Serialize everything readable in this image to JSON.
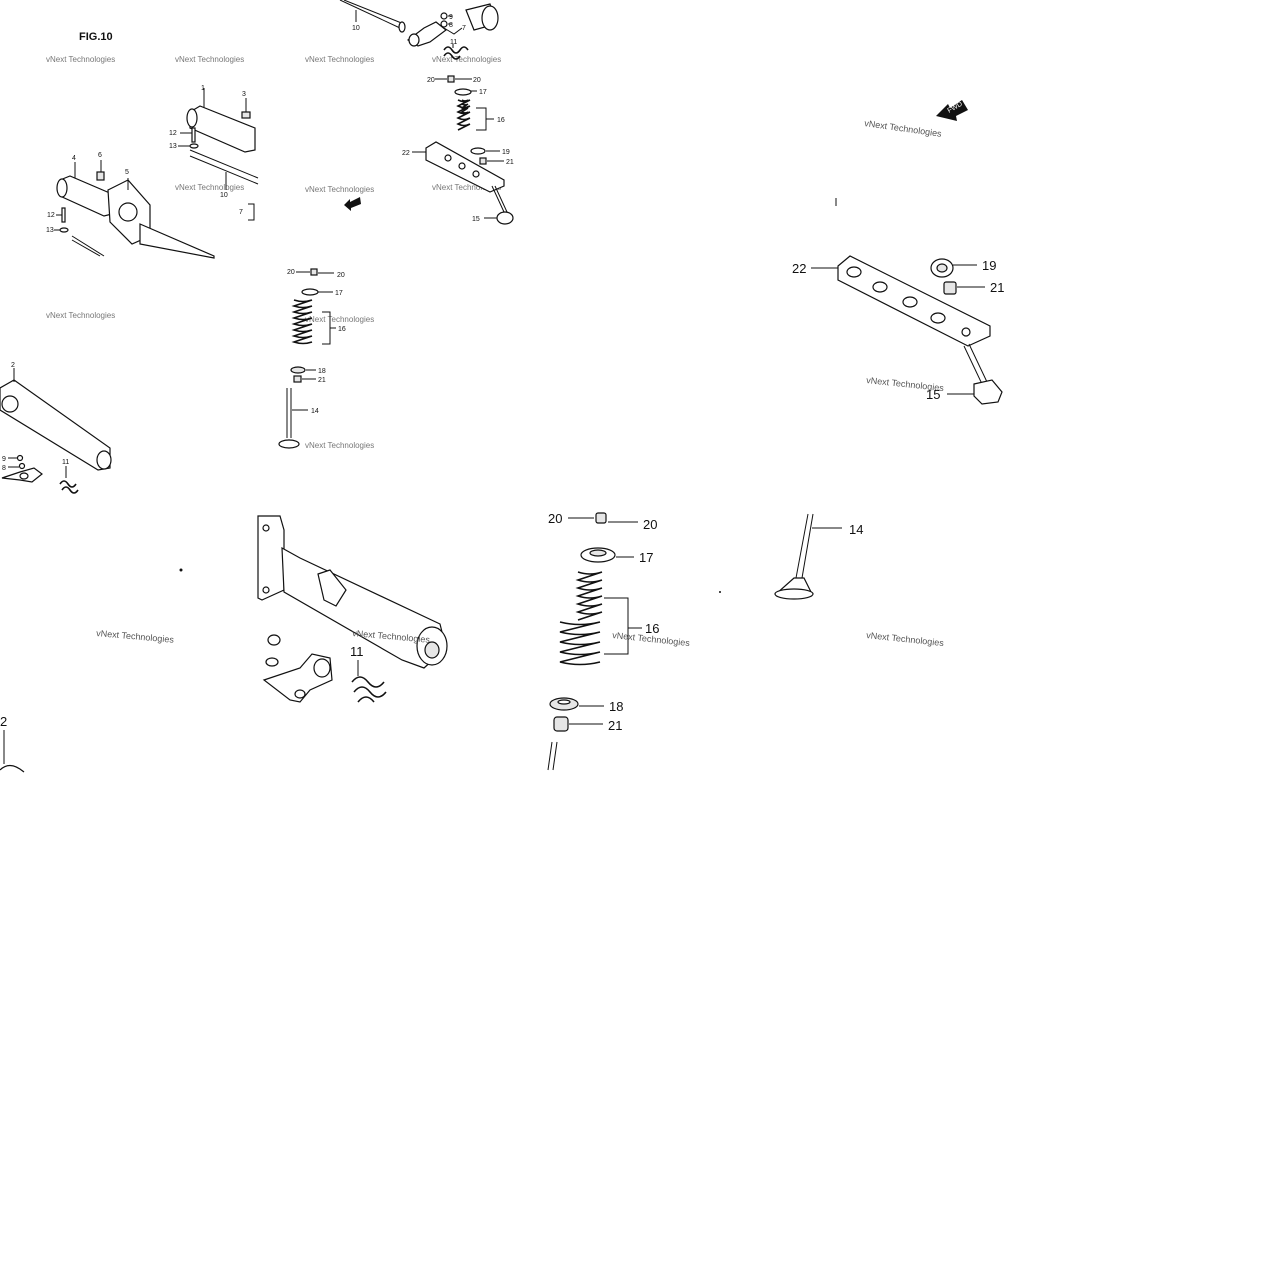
{
  "figure": {
    "title": "FIG.10"
  },
  "watermark": "vNext Technologies",
  "fwd_label": "FWD",
  "callouts": {
    "n1": "1",
    "n2": "2",
    "n3": "3",
    "n4": "4",
    "n5": "5",
    "n6": "6",
    "n7": "7",
    "n8": "8",
    "n9": "9",
    "n10": "10",
    "n11": "11",
    "n12": "12",
    "n13": "13",
    "n14": "14",
    "n15": "15",
    "n16": "16",
    "n17": "17",
    "n18": "18",
    "n19": "19",
    "n20": "20",
    "n21": "21",
    "n22": "22"
  }
}
